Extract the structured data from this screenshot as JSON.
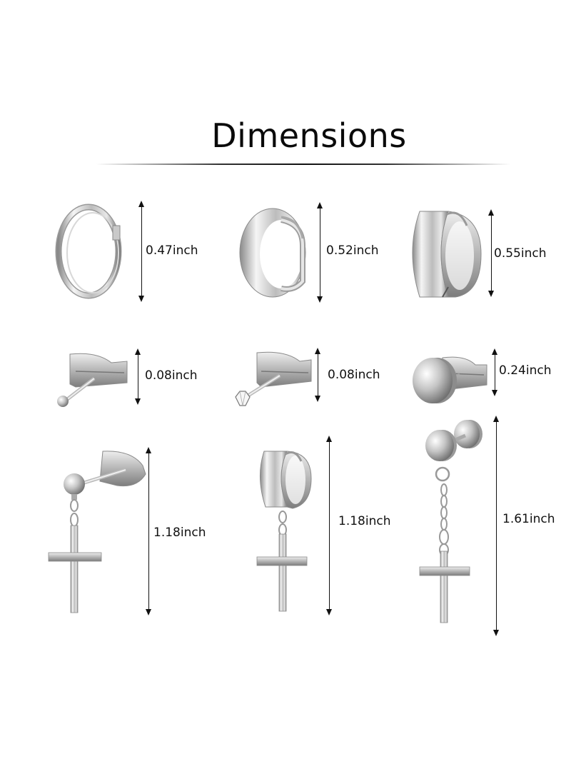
{
  "title": "Dimensions",
  "items": [
    {
      "name": "thin-hoop-earring",
      "dimension": "0.47inch"
    },
    {
      "name": "rounded-huggie-hoop-earring",
      "dimension": "0.52inch"
    },
    {
      "name": "wide-flat-huggie-hoop-earring",
      "dimension": "0.55inch"
    },
    {
      "name": "ball-stud-earring",
      "dimension": "0.08inch"
    },
    {
      "name": "crystal-stud-earring",
      "dimension": "0.08inch"
    },
    {
      "name": "round-disc-stud-earring",
      "dimension": "0.24inch"
    },
    {
      "name": "ball-stud-cross-dangle-earring",
      "dimension": "1.18inch"
    },
    {
      "name": "huggie-cross-dangle-earring",
      "dimension": "1.18inch"
    },
    {
      "name": "disc-chain-cross-dangle-earring",
      "dimension": "1.61inch"
    }
  ],
  "colors": {
    "background": "#ffffff",
    "text": "#111111",
    "metal_light": "#f2f2f2",
    "metal_mid": "#bdbdbd",
    "metal_dark": "#7a7a7a"
  }
}
